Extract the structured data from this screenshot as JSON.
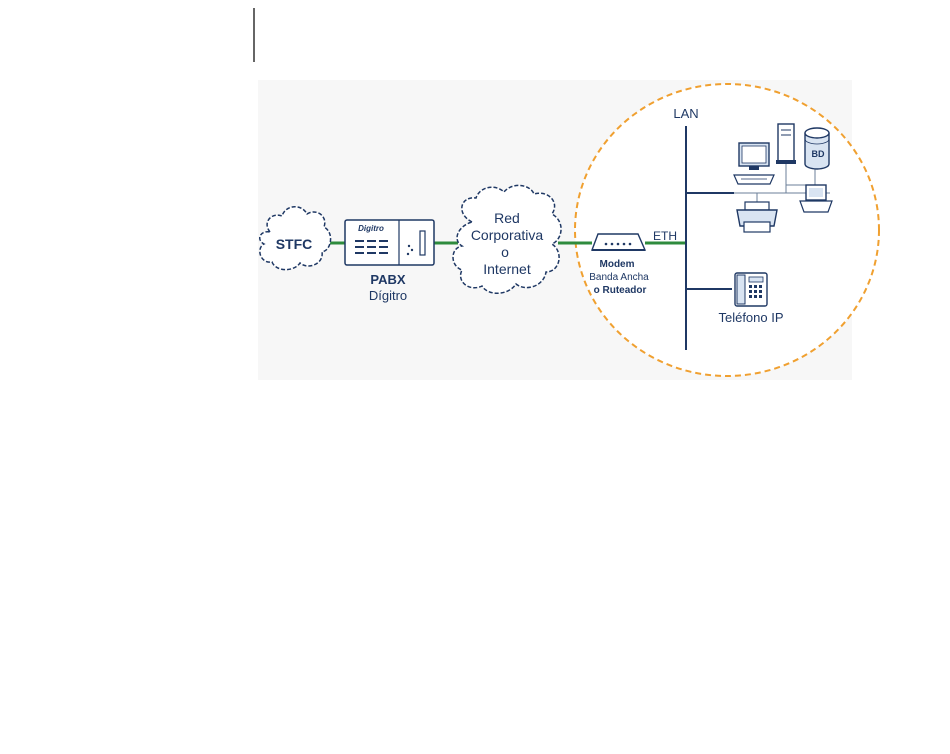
{
  "labels": {
    "stfc": "STFC",
    "pabx_logo": "Digitro",
    "pabx_title": "PABX",
    "pabx_sub": "Dígitro",
    "cloud_line1": "Red",
    "cloud_line2": "Corporativa",
    "cloud_line3": "o",
    "cloud_line4": "Internet",
    "modem_line1": "Modem",
    "modem_line2": "Banda Ancha",
    "modem_line3": "o Ruteador",
    "eth": "ETH",
    "lan": "LAN",
    "bd": "BD",
    "ip_phone": "Teléfono IP"
  },
  "colors": {
    "outline": "#1f3864",
    "link": "#2e8b3d",
    "lan_circle": "#f0a030",
    "panel_bg": "#f7f7f7",
    "device_fill": "#d9e4f2"
  }
}
